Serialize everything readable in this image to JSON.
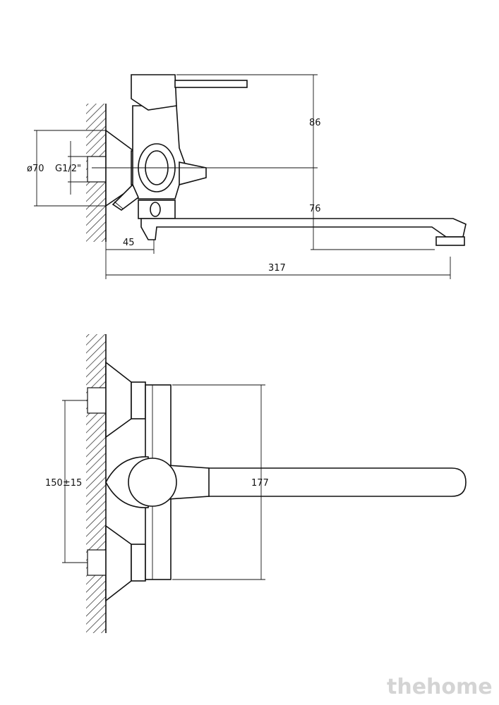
{
  "side_view": {
    "dim_height_handle": "86",
    "dim_height_spout": "76",
    "dim_flange_diameter": "ø70",
    "dim_thread": "G1/2\"",
    "dim_wall_offset": "45",
    "dim_total_length": "317"
  },
  "top_view": {
    "dim_eccentric_spacing": "150±15",
    "dim_body_width": "177"
  },
  "watermark": "thehome"
}
